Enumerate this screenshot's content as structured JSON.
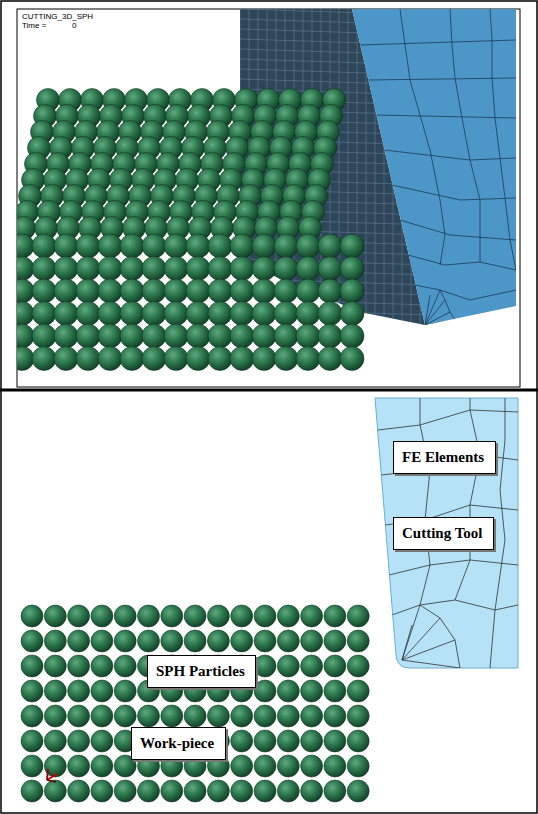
{
  "diagram": {
    "nodes": [
      {
        "text": [
          "FE Elements"
        ]
      },
      {
        "text": [
          "Cutting Tool"
        ]
      },
      {
        "text": [
          "SPH Particles"
        ]
      },
      {
        "text": [
          "Work-piece"
        ]
      }
    ],
    "labels": [
      "CUTTING_3D_SPH",
      "Time =",
      "0"
    ]
  }
}
